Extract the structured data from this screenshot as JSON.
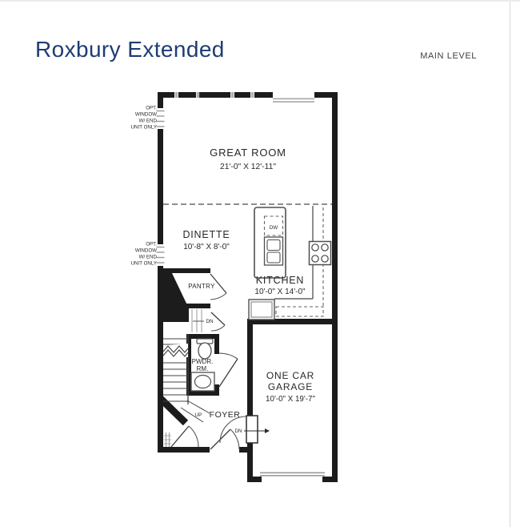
{
  "page": {
    "title": "Roxbury Extended",
    "level_label": "MAIN LEVEL"
  },
  "plan": {
    "rooms": {
      "great_room": {
        "name": "GREAT ROOM",
        "dims": "21'-0\" X 12'-11\""
      },
      "dinette": {
        "name": "DINETTE",
        "dims": "10'-8\" X 8'-0\""
      },
      "kitchen": {
        "name": "KITCHEN",
        "dims": "10'-0\" X 14'-0\""
      },
      "garage": {
        "name_line1": "ONE CAR",
        "name_line2": "GARAGE",
        "dims": "10'-0\" X 19'-7\""
      },
      "pantry": {
        "name": "PANTRY"
      },
      "powder_room": {
        "name_line1": "PWDR.",
        "name_line2": "RM."
      },
      "foyer": {
        "name": "FOYER"
      }
    },
    "labels": {
      "dishwasher": "DW",
      "stairs_up": "UP",
      "stairs_down": "DN",
      "garage_step_down": "DN",
      "opt_window_note": {
        "line1": "OPT.",
        "line2": "WINDOW",
        "line3": "W/ END",
        "line4": "UNIT ONLY"
      }
    }
  },
  "colors": {
    "title_navy": "#1e3d72",
    "level_label_gray": "#3f3f3f",
    "wall_black": "#1c1c1c",
    "window_gray": "#999999",
    "plan_text": "#282828"
  }
}
